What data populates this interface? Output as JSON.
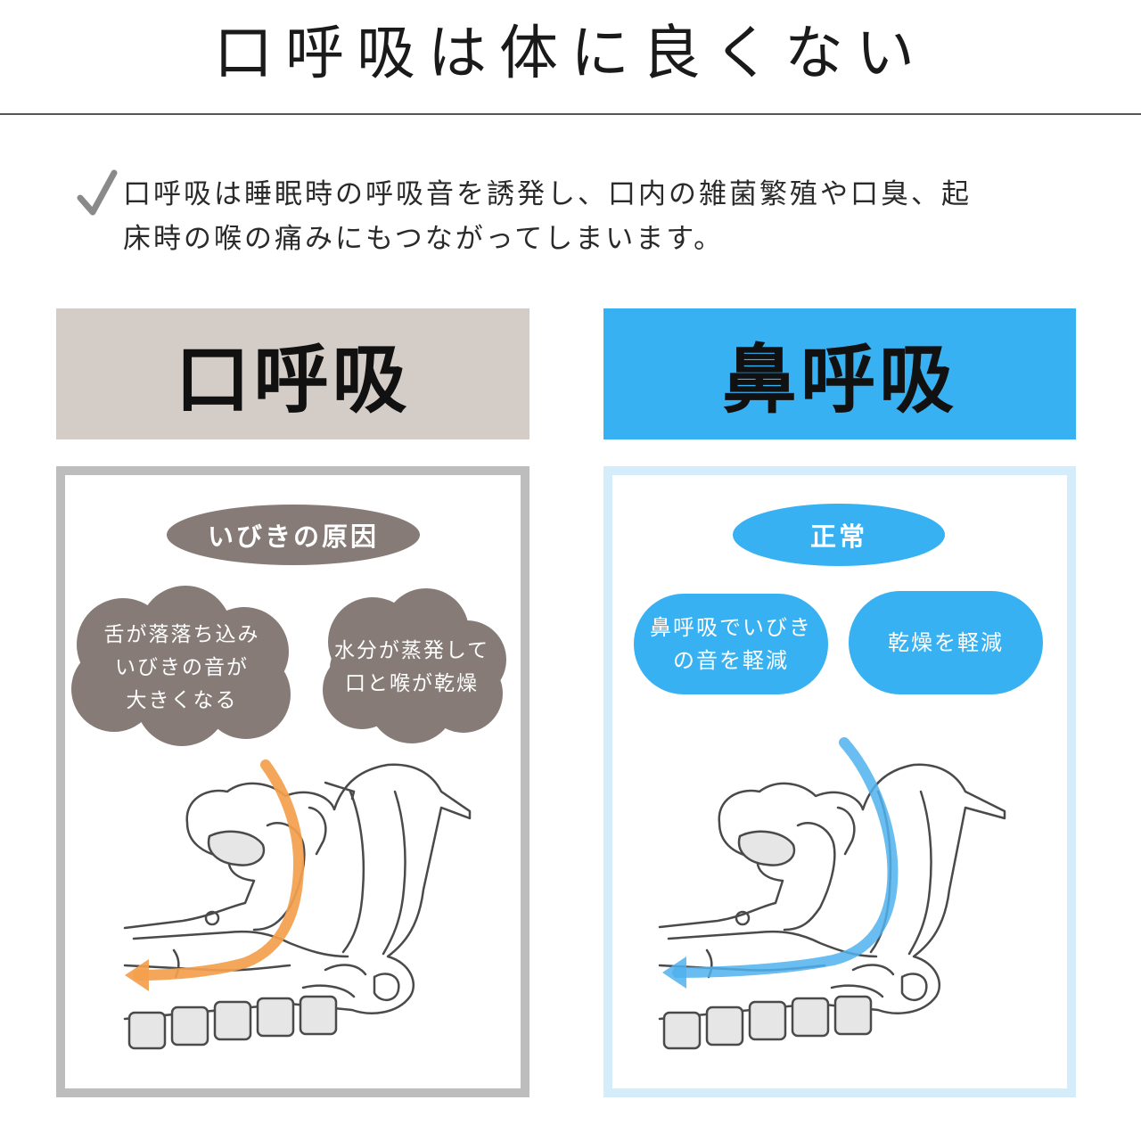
{
  "title": "口呼吸は体に良くない",
  "description": {
    "line1": "口呼吸は睡眠時の呼吸音を誘発し、口内の雑菌繁殖や口臭、起",
    "line2": "床時の喉の痛みにもつながってしまいます。"
  },
  "mouth": {
    "header": "口呼吸",
    "pill": "いびきの原因",
    "cloud1": {
      "line1": "舌が落落ち込み",
      "line2": "いびきの音が",
      "line3": "大きくなる"
    },
    "cloud2": {
      "line1": "水分が蒸発して",
      "line2": "口と喉が乾燥"
    },
    "arrow_color": "#f3a04c",
    "header_color": "#d4ccc6",
    "pill_color": "#867b76"
  },
  "nose": {
    "header": "鼻呼吸",
    "pill": "正常",
    "bubble1": {
      "line1": "鼻呼吸でいびき",
      "line2": "の音を軽減"
    },
    "bubble2": "乾燥を軽減",
    "arrow_color": "#4fb2ee",
    "header_color": "#37b1f2"
  },
  "icons": {
    "check": "check-icon"
  }
}
